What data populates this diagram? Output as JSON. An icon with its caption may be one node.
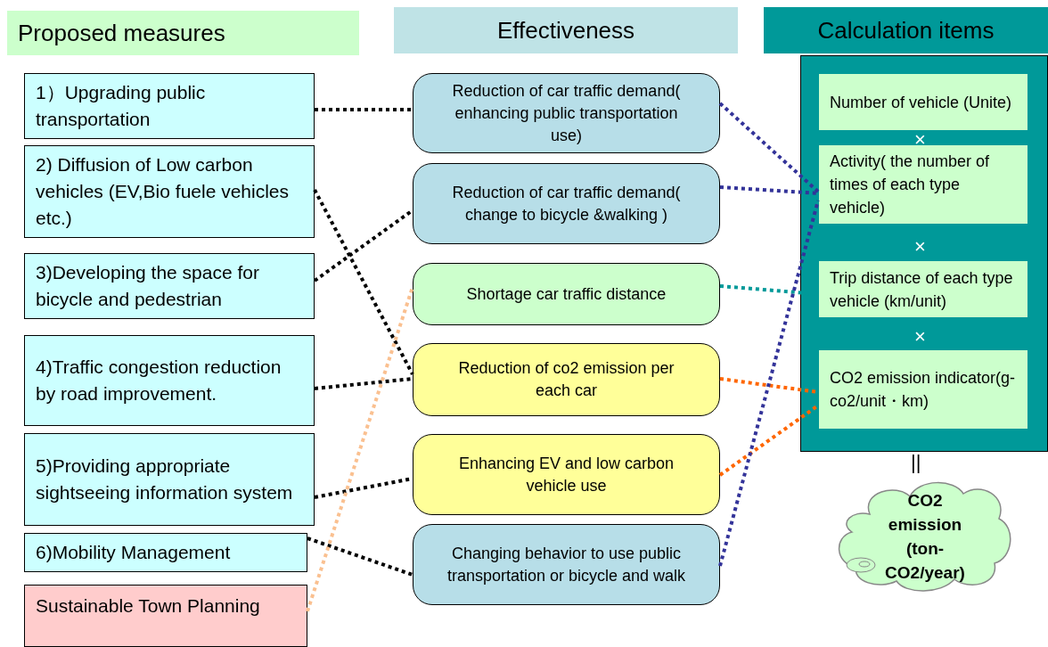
{
  "diagram": {
    "nodes": [
      {
        "text": [
          "Proposed measures"
        ]
      },
      {
        "text": [
          "Effectiveness"
        ]
      },
      {
        "text": [
          "Calculation items"
        ]
      },
      {
        "text": [
          "1）Upgrading public transportation"
        ]
      },
      {
        "text": [
          "2) Diffusion of Low carbon vehicles (EV,Bio fuele vehicles etc.)"
        ]
      },
      {
        "text": [
          "3)Developing the space for bicycle and pedestrian"
        ]
      },
      {
        "text": [
          "4)Traffic congestion reduction by road improvement."
        ]
      },
      {
        "text": [
          "5)Providing appropriate sightseeing information system"
        ]
      },
      {
        "text": [
          "6)Mobility Management"
        ]
      },
      {
        "text": [
          "Sustainable Town Planning"
        ]
      },
      {
        "text": [
          "Reduction of car traffic demand( enhancing public transportation use)"
        ]
      },
      {
        "text": [
          "Reduction of car traffic demand( change to bicycle &walking )"
        ]
      },
      {
        "text": [
          "Shortage car traffic distance"
        ]
      },
      {
        "text": [
          "Reduction of co2 emission per each car"
        ]
      },
      {
        "text": [
          "Enhancing EV and low carbon vehicle use"
        ]
      },
      {
        "text": [
          "Changing behavior to use public transportation or bicycle and walk"
        ]
      },
      {
        "text": [],
        "shape": "box"
      },
      {
        "text": [
          "Number of vehicle (Unite)"
        ],
        "in": 16
      },
      {
        "text": [
          "Activity( the number of times of each type vehicle)"
        ],
        "in": 16
      },
      {
        "text": [
          "Trip distance of each type vehicle (km/unit)"
        ],
        "in": 16
      },
      {
        "text": [
          "CO2 emission indicator(g-co2/unit・km)"
        ],
        "in": 16
      },
      {
        "text": [
          "CO2 emission (ton-CO2/year)"
        ]
      }
    ],
    "edges": [
      {
        "from": 3,
        "to": 10,
        "arrow": "none"
      },
      {
        "from": 4,
        "to": 13,
        "arrow": "none"
      },
      {
        "from": 5,
        "to": 11,
        "arrow": "none"
      },
      {
        "from": 6,
        "to": 13,
        "arrow": "none"
      },
      {
        "from": 7,
        "to": 14,
        "arrow": "none"
      },
      {
        "from": 8,
        "to": 15,
        "arrow": "none"
      },
      {
        "from": 9,
        "to": 12,
        "arrow": "none",
        "color": "#fac090"
      },
      {
        "from": 10,
        "to": 18,
        "arrow": "none",
        "color": "#333399"
      },
      {
        "from": 11,
        "to": 18,
        "arrow": "none",
        "color": "#333399"
      },
      {
        "from": 12,
        "to": 19,
        "arrow": "none",
        "color": "#009999"
      },
      {
        "from": 13,
        "to": 20,
        "arrow": "none",
        "color": "#ff6600"
      },
      {
        "from": 14,
        "to": 20,
        "arrow": "none",
        "color": "#ff6600"
      },
      {
        "from": 15,
        "to": 18,
        "arrow": "none",
        "color": "#333399"
      }
    ],
    "labels": [
      "×",
      "×",
      "×",
      "||"
    ]
  }
}
